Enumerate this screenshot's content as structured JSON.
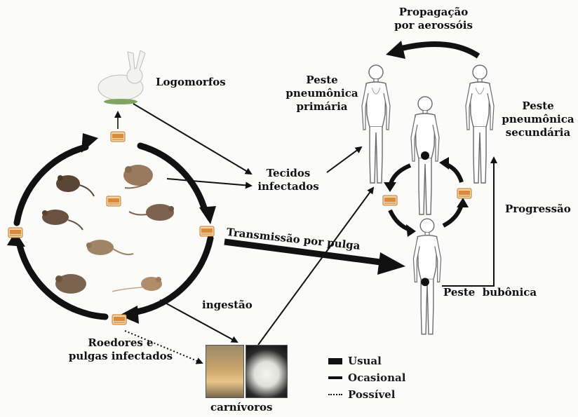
{
  "labels": {
    "propagacao": [
      "Propagação",
      "por aerossóis"
    ],
    "logomorfos": "Logomorfos",
    "peste_primaria": [
      "Peste",
      "pneumônica",
      "primária"
    ],
    "peste_secundaria": [
      "Peste",
      "pneumônica",
      "secundária"
    ],
    "tecidos": [
      "Tecidos",
      "infectados"
    ],
    "progressao": "Progressão",
    "transmissao": "Transmissão por pulga",
    "peste_bubonica": "Peste  bubônica",
    "ingestao": "ingestão",
    "roedores": [
      "Roedores e",
      "pulgas infectados"
    ],
    "carnivoros": "carnívoros"
  },
  "legend": [
    {
      "label": "Usual",
      "style": "thick"
    },
    {
      "label": "Ocasional",
      "style": "medium"
    },
    {
      "label": "Possível",
      "style": "dotted"
    }
  ],
  "colors": {
    "arrow": "#111111",
    "flea": "#d98a3a",
    "flea_light": "#f3d6a8",
    "rodent_dark": "#5a4636",
    "rodent_light": "#9a7a5e",
    "body_outline": "#6a6a6a",
    "bubo": "#111111"
  }
}
